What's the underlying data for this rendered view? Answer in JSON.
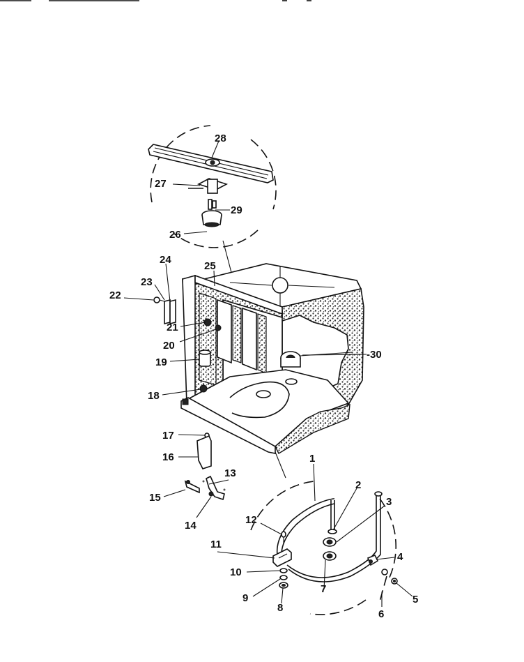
{
  "labels": [
    {
      "id": "1",
      "text": "1"
    },
    {
      "id": "2",
      "text": "2"
    },
    {
      "id": "3",
      "text": "3"
    },
    {
      "id": "4",
      "text": "4"
    },
    {
      "id": "5",
      "text": "5"
    },
    {
      "id": "6",
      "text": "6"
    },
    {
      "id": "7",
      "text": "7"
    },
    {
      "id": "8",
      "text": "8"
    },
    {
      "id": "9",
      "text": "9"
    },
    {
      "id": "10",
      "text": "10"
    },
    {
      "id": "11",
      "text": "11"
    },
    {
      "id": "12",
      "text": "12"
    },
    {
      "id": "13",
      "text": "13"
    },
    {
      "id": "14",
      "text": "14"
    },
    {
      "id": "15",
      "text": "15"
    },
    {
      "id": "16",
      "text": "16"
    },
    {
      "id": "17",
      "text": "17"
    },
    {
      "id": "18",
      "text": "18"
    },
    {
      "id": "19",
      "text": "19"
    },
    {
      "id": "20",
      "text": "20"
    },
    {
      "id": "21",
      "text": "21"
    },
    {
      "id": "22",
      "text": "22"
    },
    {
      "id": "23",
      "text": "23"
    },
    {
      "id": "24",
      "text": "24"
    },
    {
      "id": "25",
      "text": "25"
    },
    {
      "id": "26",
      "text": "26"
    },
    {
      "id": "27",
      "text": "27"
    },
    {
      "id": "28",
      "text": "28"
    },
    {
      "id": "29",
      "text": "29"
    },
    {
      "id": "30",
      "text": "-30"
    }
  ]
}
